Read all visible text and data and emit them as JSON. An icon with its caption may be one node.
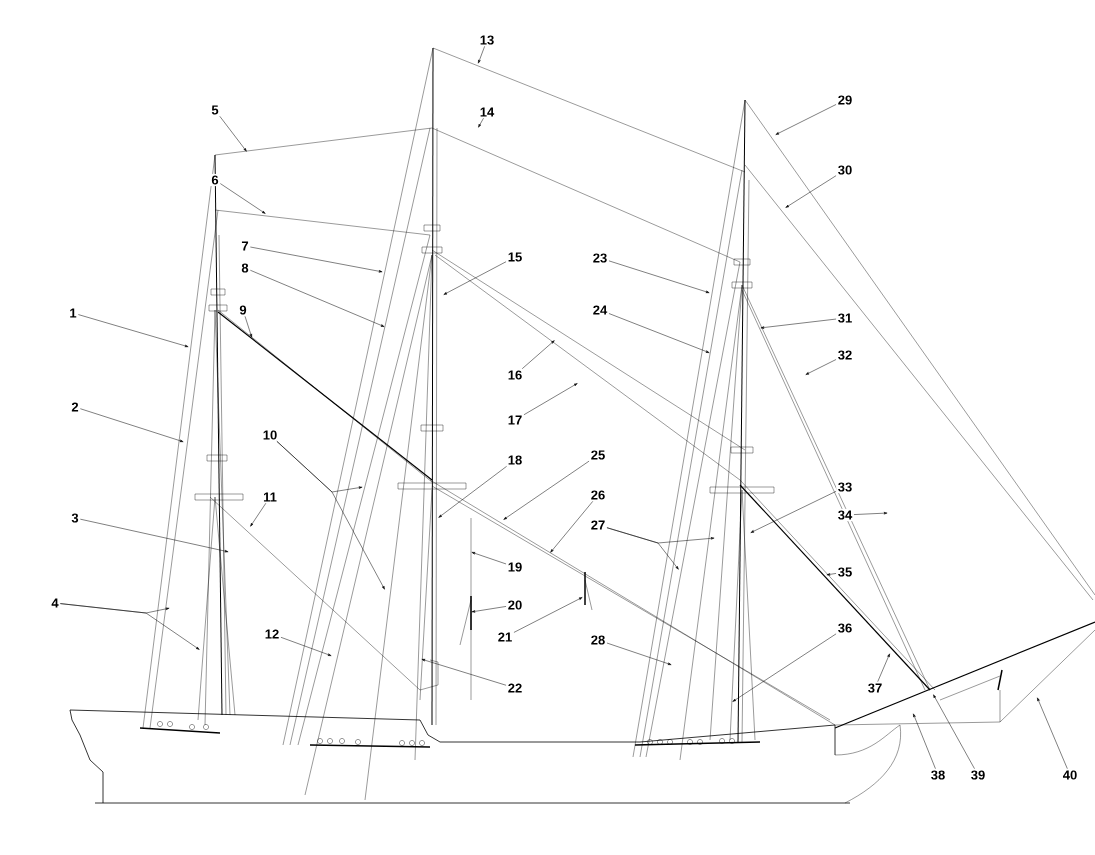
{
  "diagram": {
    "nodes": [
      {
        "text": [
          "1"
        ]
      },
      {
        "text": [
          "2"
        ]
      },
      {
        "text": [
          "3"
        ]
      },
      {
        "text": [
          "4"
        ]
      },
      {
        "text": [
          "5"
        ]
      },
      {
        "text": [
          "6"
        ]
      },
      {
        "text": [
          "7"
        ]
      },
      {
        "text": [
          "8"
        ]
      },
      {
        "text": [
          "9"
        ]
      },
      {
        "text": [
          "10"
        ]
      },
      {
        "text": [
          "11"
        ]
      },
      {
        "text": [
          "12"
        ]
      },
      {
        "text": [
          "13"
        ]
      },
      {
        "text": [
          "14"
        ]
      },
      {
        "text": [
          "15"
        ]
      },
      {
        "text": [
          "16"
        ]
      },
      {
        "text": [
          "17"
        ]
      },
      {
        "text": [
          "18"
        ]
      },
      {
        "text": [
          "19"
        ]
      },
      {
        "text": [
          "20"
        ]
      },
      {
        "text": [
          "21"
        ]
      },
      {
        "text": [
          "22"
        ]
      },
      {
        "text": [
          "23"
        ]
      },
      {
        "text": [
          "24"
        ]
      },
      {
        "text": [
          "25"
        ]
      },
      {
        "text": [
          "26"
        ]
      },
      {
        "text": [
          "27"
        ]
      },
      {
        "text": [
          "28"
        ]
      },
      {
        "text": [
          "29"
        ]
      },
      {
        "text": [
          "30"
        ]
      },
      {
        "text": [
          "31"
        ]
      },
      {
        "text": [
          "32"
        ]
      },
      {
        "text": [
          "33"
        ]
      },
      {
        "text": [
          "34"
        ]
      },
      {
        "text": [
          "35"
        ]
      },
      {
        "text": [
          "36"
        ]
      },
      {
        "text": [
          "37"
        ]
      },
      {
        "text": [
          "38"
        ]
      },
      {
        "text": [
          "39"
        ]
      },
      {
        "text": [
          "40"
        ]
      }
    ],
    "edges": [
      {
        "from": 0,
        "to": null,
        "arrow": "to"
      },
      {
        "from": 1,
        "to": null,
        "arrow": "to"
      },
      {
        "from": 2,
        "to": null,
        "arrow": "to"
      },
      {
        "from": 3,
        "to": null,
        "arrow": "to"
      },
      {
        "from": 3,
        "to": null,
        "arrow": "to"
      },
      {
        "from": 4,
        "to": null,
        "arrow": "to"
      },
      {
        "from": 5,
        "to": null,
        "arrow": "to"
      },
      {
        "from": 6,
        "to": null,
        "arrow": "to"
      },
      {
        "from": 7,
        "to": null,
        "arrow": "to"
      },
      {
        "from": 8,
        "to": null,
        "arrow": "to"
      },
      {
        "from": 9,
        "to": null,
        "arrow": "to"
      },
      {
        "from": 9,
        "to": null,
        "arrow": "to"
      },
      {
        "from": 10,
        "to": null,
        "arrow": "to"
      },
      {
        "from": 11,
        "to": null,
        "arrow": "to"
      },
      {
        "from": 12,
        "to": null,
        "arrow": "to"
      },
      {
        "from": 13,
        "to": null,
        "arrow": "to"
      },
      {
        "from": 14,
        "to": null,
        "arrow": "to"
      },
      {
        "from": 15,
        "to": null,
        "arrow": "to"
      },
      {
        "from": 16,
        "to": null,
        "arrow": "to"
      },
      {
        "from": 17,
        "to": null,
        "arrow": "to"
      },
      {
        "from": 18,
        "to": null,
        "arrow": "to"
      },
      {
        "from": 19,
        "to": null,
        "arrow": "to"
      },
      {
        "from": 20,
        "to": null,
        "arrow": "to"
      },
      {
        "from": 21,
        "to": null,
        "arrow": "to"
      },
      {
        "from": 22,
        "to": null,
        "arrow": "to"
      },
      {
        "from": 23,
        "to": null,
        "arrow": "to"
      },
      {
        "from": 24,
        "to": null,
        "arrow": "to"
      },
      {
        "from": 25,
        "to": null,
        "arrow": "to"
      },
      {
        "from": 26,
        "to": null,
        "arrow": "to"
      },
      {
        "from": 26,
        "to": null,
        "arrow": "to"
      },
      {
        "from": 27,
        "to": null,
        "arrow": "to"
      },
      {
        "from": 28,
        "to": null,
        "arrow": "to"
      },
      {
        "from": 29,
        "to": null,
        "arrow": "to"
      },
      {
        "from": 30,
        "to": null,
        "arrow": "to"
      },
      {
        "from": 31,
        "to": null,
        "arrow": "to"
      },
      {
        "from": 32,
        "to": null,
        "arrow": "to"
      },
      {
        "from": 33,
        "to": null,
        "arrow": "to"
      },
      {
        "from": 34,
        "to": null,
        "arrow": "to"
      },
      {
        "from": 35,
        "to": null,
        "arrow": "to"
      },
      {
        "from": 36,
        "to": null,
        "arrow": "to"
      },
      {
        "from": 37,
        "to": null,
        "arrow": "to"
      },
      {
        "from": 38,
        "to": null,
        "arrow": "to"
      },
      {
        "from": 39,
        "to": null,
        "arrow": "to"
      }
    ]
  }
}
